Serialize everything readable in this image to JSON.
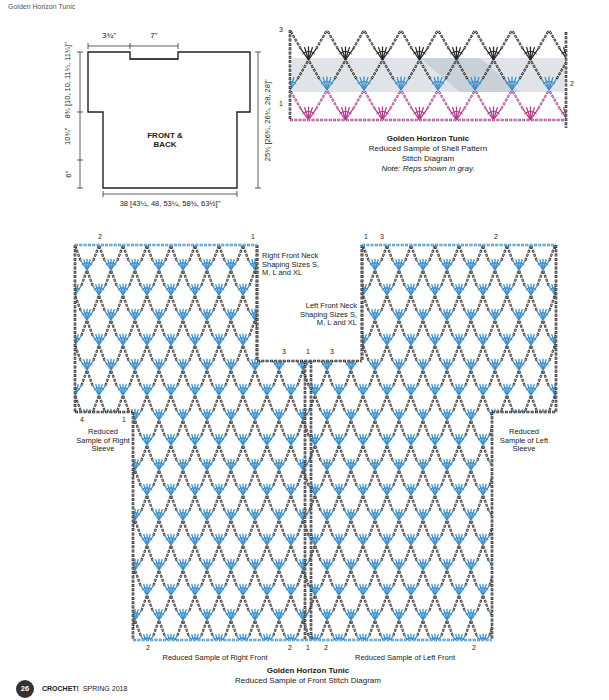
{
  "diagram": {
    "title": "Golden Horizon Tunic",
    "nodes": [
      {
        "text": [
          "FRONT & BACK"
        ]
      },
      {
        "text": [
          "26"
        ]
      }
    ],
    "labels": [
      "3¾\"",
      "7\"",
      "8¾ [10, 10, 11¼, 11¼]\"",
      "10¾\"",
      "6\"",
      "25¾ [26¾, 26¾, 28, 28]\"",
      "38 [43¼, 48, 53¼, 58¾, 63½]\"",
      "3",
      "1",
      "2",
      "Golden Horizon Tunic",
      "Reduced Sample of Shell Pattern",
      "Stitch Diagram",
      "Note: Reps shown in gray.",
      "2",
      "1",
      "1",
      "3",
      "2",
      "Right Front Neck Shaping Sizes S, M, L and XL",
      "Left Front Neck Shaping Sizes S, M, L and XL",
      "3",
      "1",
      "3",
      "4",
      "1",
      "Reduced Sample of Right Sleeve",
      "Reduced Sample of Left Sleeve",
      "2",
      "2",
      "1",
      "2",
      "2",
      "Reduced Sample of Right Front",
      "Reduced Sample of Left Front",
      "Golden Horizon Tunic",
      "Reduced Sample of Front Stitch Diagram",
      "CROCHET!",
      "SPRING 2018"
    ]
  }
}
